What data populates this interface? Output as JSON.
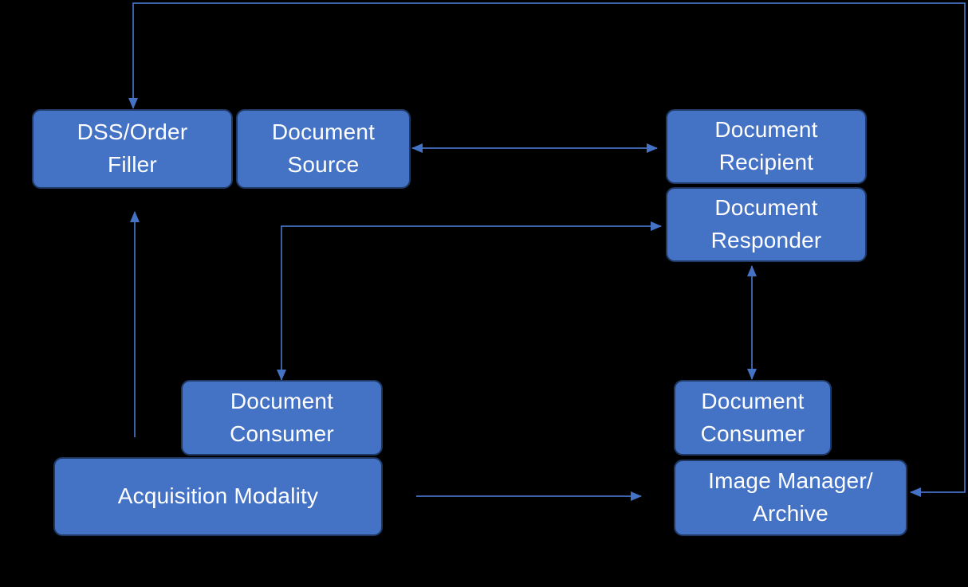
{
  "diagram": {
    "background_color": "#000000",
    "node_fill_color": "#4472C4",
    "node_border_color": "#1F3864",
    "node_text_color": "#FFFFFF",
    "arrow_color": "#4472C4",
    "nodes": [
      {
        "id": "dss-order-filler",
        "label": "DSS/Order\nFiller"
      },
      {
        "id": "document-source",
        "label": "Document\nSource"
      },
      {
        "id": "document-recipient",
        "label": "Document\nRecipient"
      },
      {
        "id": "document-responder",
        "label": "Document\nResponder"
      },
      {
        "id": "document-consumer-left",
        "label": "Document\nConsumer"
      },
      {
        "id": "acquisition-modality",
        "label": "Acquisition Modality"
      },
      {
        "id": "document-consumer-right",
        "label": "Document\nConsumer"
      },
      {
        "id": "image-manager-archive",
        "label": "Image Manager/\nArchive"
      }
    ],
    "connections": [
      {
        "from": "image-manager-archive",
        "to": "dss-order-filler",
        "bidirectional": true,
        "route": "around-top-right-perimeter"
      },
      {
        "from": "acquisition-modality",
        "to": "dss-order-filler",
        "bidirectional": false,
        "route": "vertical-up"
      },
      {
        "from": "document-source",
        "to": "document-recipient",
        "bidirectional": true,
        "route": "horizontal"
      },
      {
        "from": "document-consumer-left",
        "to": "document-responder",
        "bidirectional": true,
        "route": "up-then-right"
      },
      {
        "from": "document-responder",
        "to": "document-consumer-right",
        "bidirectional": true,
        "route": "vertical"
      },
      {
        "from": "acquisition-modality",
        "to": "image-manager-archive",
        "bidirectional": false,
        "route": "horizontal-right"
      }
    ]
  }
}
